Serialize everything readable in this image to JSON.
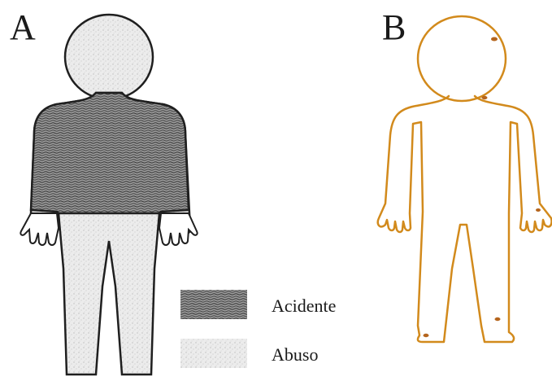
{
  "panels": [
    {
      "label": "A"
    },
    {
      "label": "B"
    }
  ],
  "legend": [
    {
      "label": "Acidente",
      "pattern": "dense-hatch"
    },
    {
      "label": "Abuso",
      "pattern": "light-stipple"
    }
  ],
  "colors": {
    "outline_a": "#1f1f1f",
    "outline_b": "#d28a1c",
    "injury_mark": "#b5651d",
    "accident_fill": "#6f6f6f",
    "abuse_fill": "#e6e6e6"
  }
}
